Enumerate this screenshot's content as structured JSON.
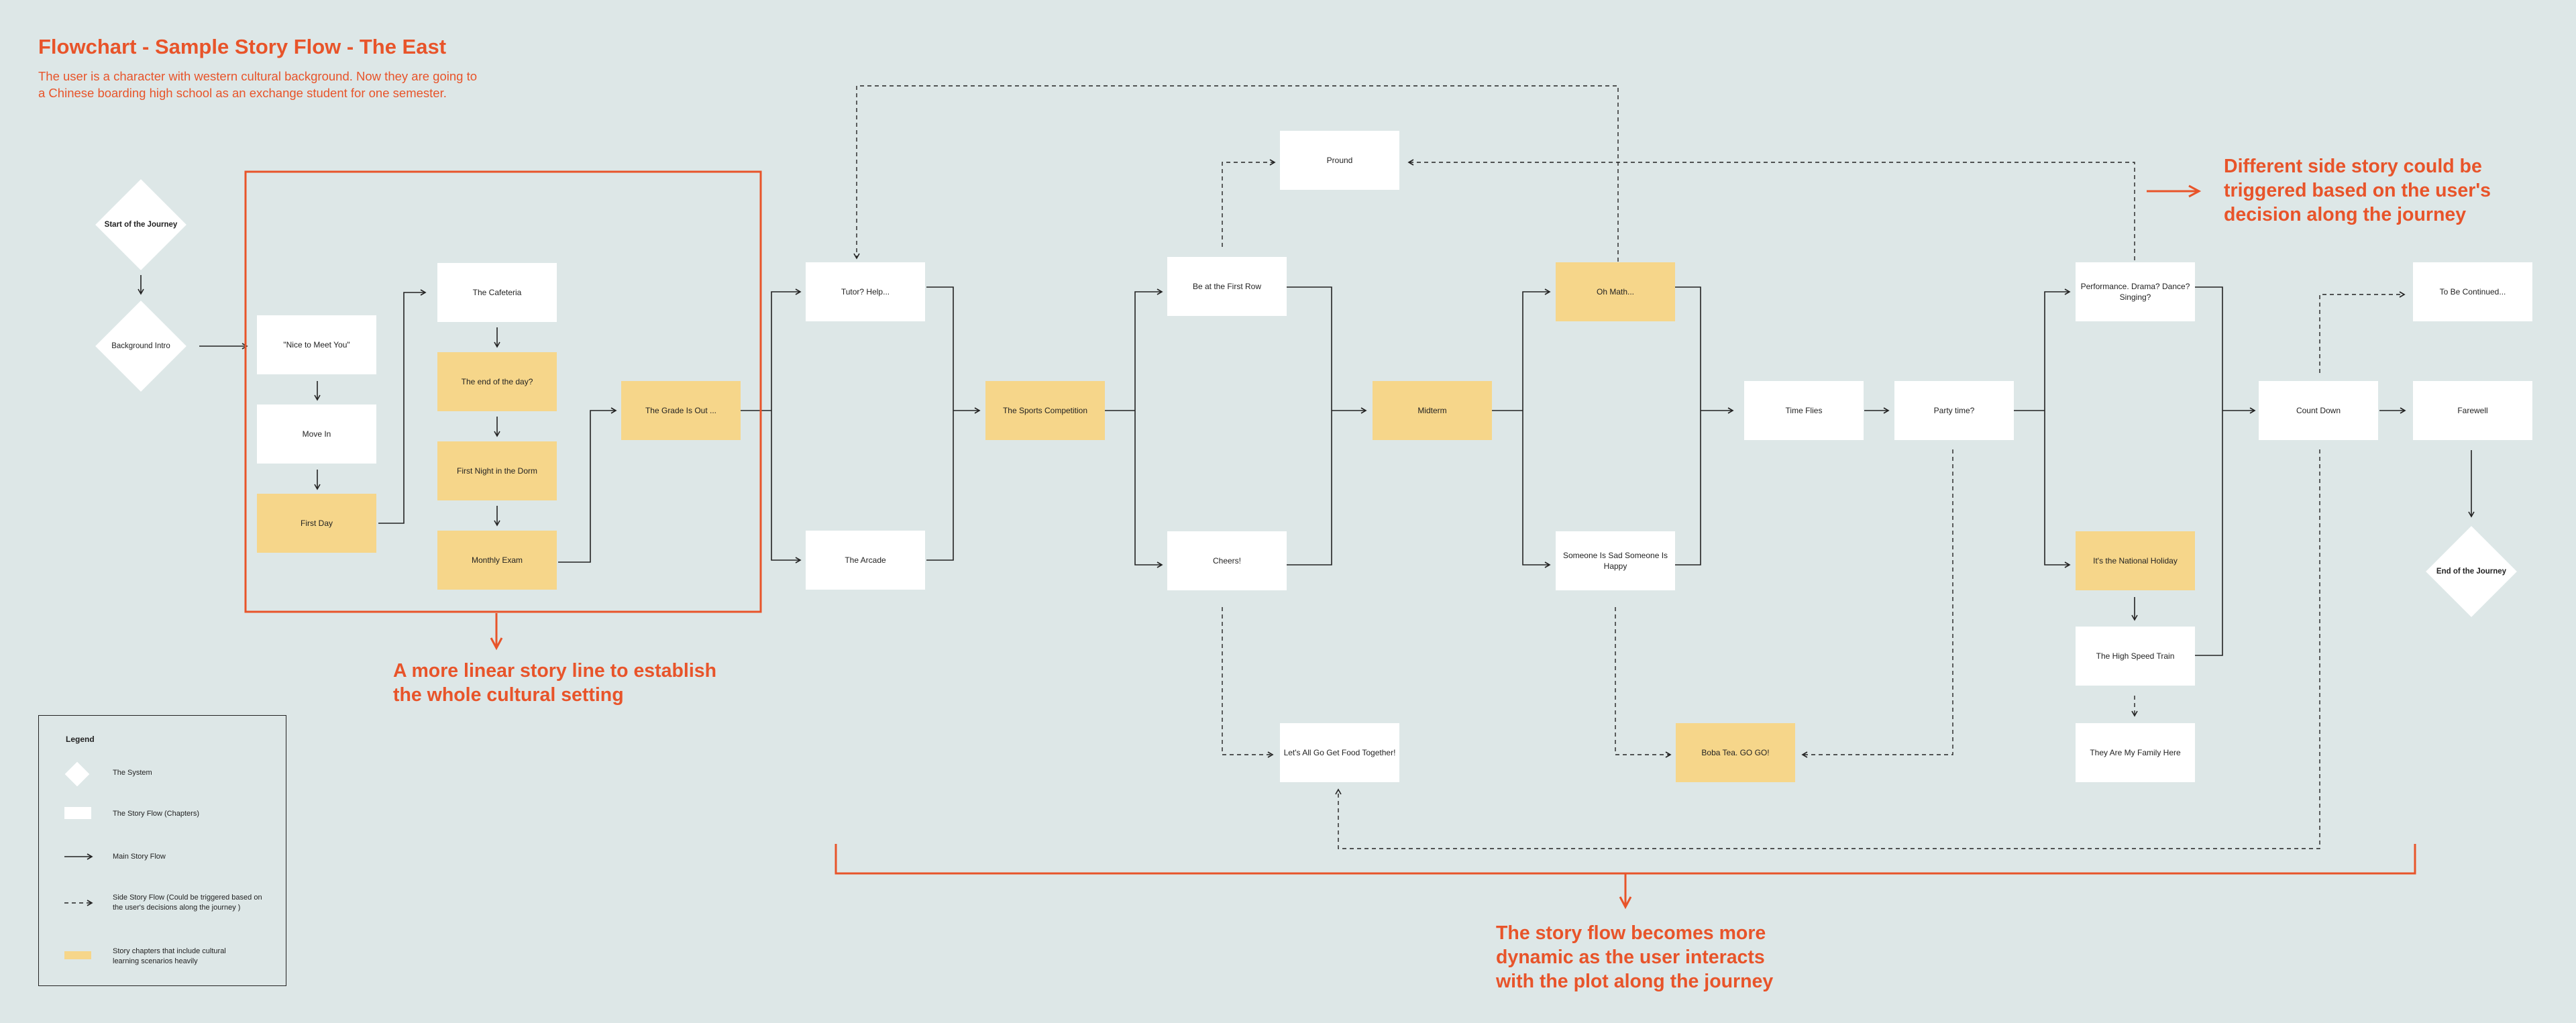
{
  "header": {
    "title": "Flowchart - Sample Story Flow - The East",
    "subtitle": "The user is a character with western cultural background. Now they are going to a Chinese boarding high school as an exchange student for one semester."
  },
  "colors": {
    "background": "#dde7e7",
    "accent": "#e8542a",
    "chapter_fill": "#ffffff",
    "cultural_fill": "#f6d68a"
  },
  "nodes": {
    "start": "Start of the Journey",
    "background_intro": "Background Intro",
    "nice_to_meet": "\"Nice to Meet You\"",
    "move_in": "Move In",
    "first_day": "First Day",
    "cafeteria": "The Cafeteria",
    "end_of_day": "The end of the day?",
    "first_night": "First Night in the Dorm",
    "monthly_exam": "Monthly Exam",
    "grade_out": "The Grade Is Out ...",
    "tutor": "Tutor? Help...",
    "arcade": "The Arcade",
    "sports": "The Sports Competition",
    "proud": "Pround",
    "first_row": "Be at the First Row",
    "cheers": "Cheers!",
    "food": "Let's All Go Get Food Together!",
    "midterm": "Midterm",
    "oh_math": "Oh Math...",
    "someone_sad": "Someone Is Sad Someone Is Happy",
    "boba": "Boba Tea. GO GO!",
    "time_flies": "Time Flies",
    "party": "Party time?",
    "performance": "Performance. Drama? Dance? Singing?",
    "holiday": "It's the National Holiday",
    "train": "The High Speed Train",
    "family": "They Are My Family Here",
    "countdown": "Count Down",
    "continued": "To Be Continued...",
    "farewell": "Farewell",
    "end": "End of the Journey"
  },
  "annotations": {
    "linear": "A more linear story line to establish the whole cultural setting",
    "side_story": "Different side story could be triggered based on the user's decision along the journey",
    "dynamic": "The story flow becomes more dynamic as the user interacts with the plot along the journey"
  },
  "legend": {
    "title": "Legend",
    "items": [
      "The System",
      "The Story Flow (Chapters)",
      "Main Story Flow",
      "Side Story Flow (Could be triggered based on the user's decisions along the journey )",
      "Story chapters that include cultural learning scenarios heavily"
    ]
  }
}
